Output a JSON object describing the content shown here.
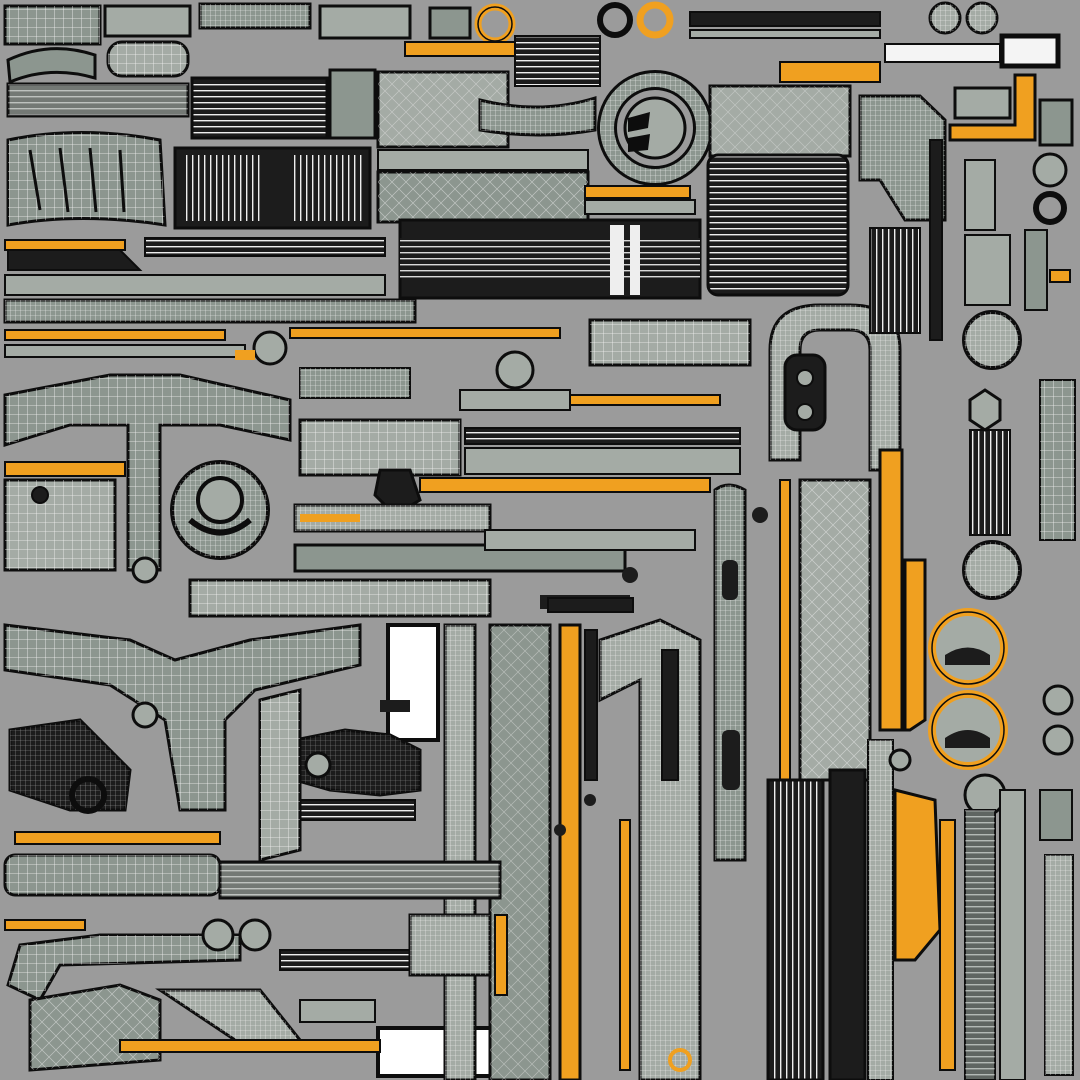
{
  "texture_sheet": {
    "palette": {
      "background": "#9b9b9b",
      "panel": "#8c968f",
      "panel_light": "#a4aba5",
      "edge": "#0d0d0d",
      "wire": "#f4f4f4",
      "accent": "#f0a020",
      "dark_fill": "#1c1c1c"
    },
    "icons": [
      "uv-island-shapes",
      "wireframe-grid",
      "ring-shape",
      "hex-shape"
    ]
  }
}
